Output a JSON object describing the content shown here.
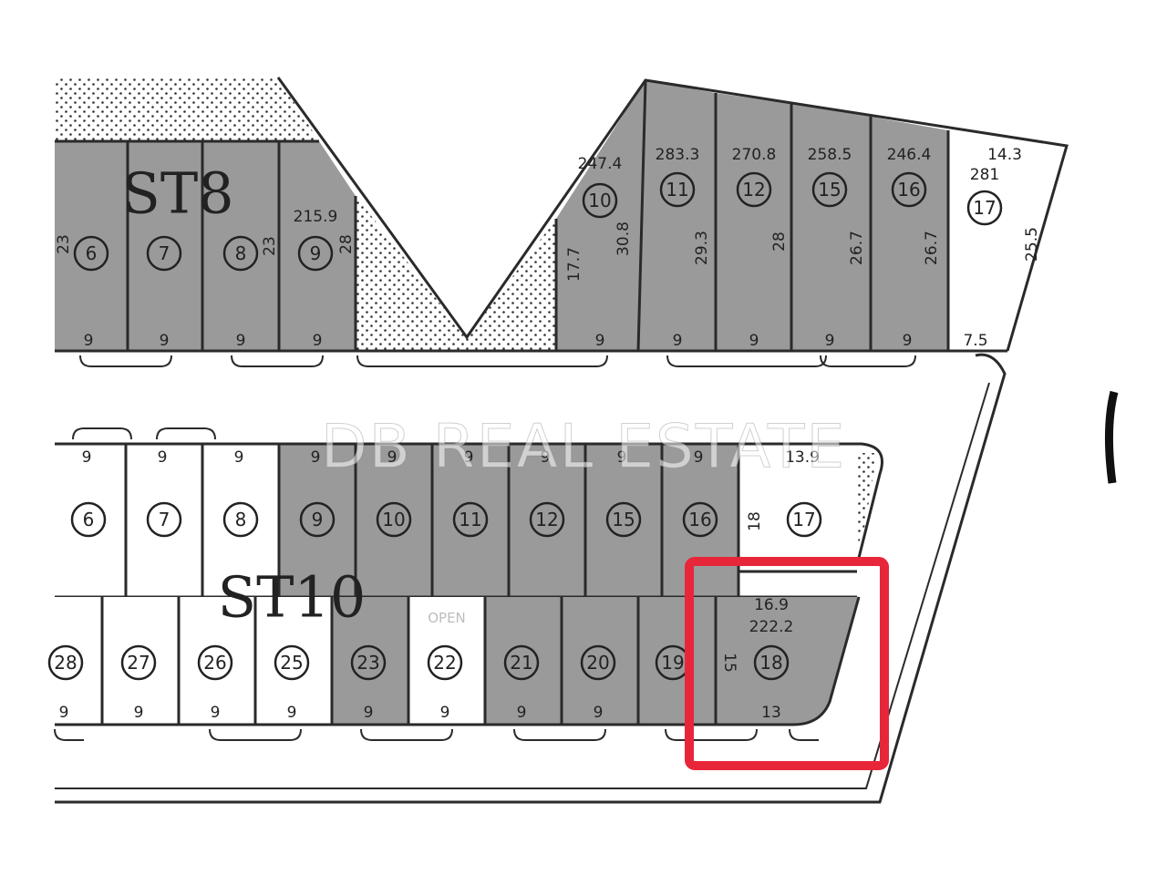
{
  "blocks": {
    "st8": "ST8",
    "st10": "ST10"
  },
  "watermark": "DB REAL ESTATE",
  "open_label": "OPEN",
  "top_row": {
    "lots": [
      "6",
      "7",
      "8",
      "9",
      "10",
      "11",
      "12",
      "15",
      "16",
      "17"
    ],
    "areas": [
      "215.9",
      "247.4",
      "283.3",
      "270.8",
      "258.5",
      "246.4",
      "281"
    ],
    "frontages": [
      "9",
      "9",
      "9",
      "9",
      "9",
      "9",
      "9",
      "9",
      "9",
      "7.5"
    ],
    "depths": [
      "23",
      "23",
      "28",
      "17.7",
      "30.8",
      "29.3",
      "28",
      "26.7",
      "26.7",
      "25.5"
    ],
    "top_dim": "14.3"
  },
  "middle_row": {
    "lots": [
      "6",
      "7",
      "8",
      "9",
      "10",
      "11",
      "12",
      "15",
      "16",
      "17"
    ],
    "frontages": [
      "9",
      "9",
      "9",
      "9",
      "9",
      "9",
      "9",
      "9",
      "9",
      "13.9"
    ],
    "depth": "18"
  },
  "bottom_row": {
    "lots": [
      "28",
      "27",
      "26",
      "25",
      "23",
      "22",
      "21",
      "20",
      "19",
      "18"
    ],
    "frontages": [
      "9",
      "9",
      "9",
      "9",
      "9",
      "9",
      "9",
      "9",
      "13"
    ],
    "lot18_width": "16.9",
    "lot18_area": "222.2",
    "lot18_depth": "15"
  },
  "highlight_color": "#e8263a"
}
